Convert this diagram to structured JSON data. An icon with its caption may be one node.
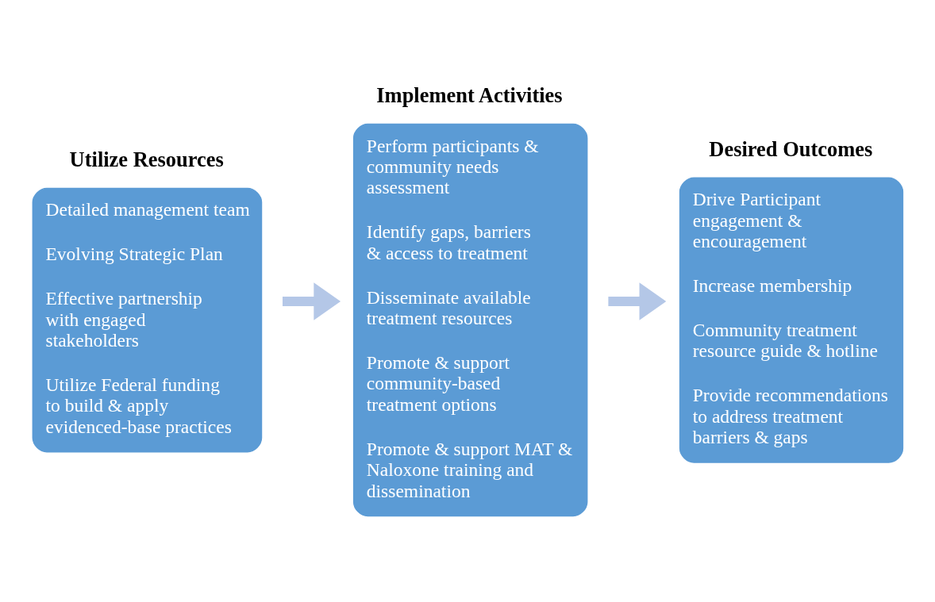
{
  "diagram": {
    "nodes": [
      {
        "text": [
          "Utilize Resources",
          "Detailed management team",
          "Evolving Strategic Plan",
          "Effective partnership with engaged stakeholders",
          "Utilize Federal funding to build & apply evidenced-base practices"
        ]
      },
      {
        "text": [
          "Implement Activities",
          "Perform participants & community needs assessment",
          "Identify gaps, barriers & access to treatment",
          "Disseminate available treatment resources",
          "Promote & support community-based treatment options",
          "Promote & support MAT & Naloxone training and dissemination"
        ]
      },
      {
        "text": [
          "Desired Outcomes",
          "Drive Participant engagement & encouragement",
          "Increase membership",
          "Community treatment resource guide & hotline",
          "Provide recommendations to address treatment barriers & gaps"
        ]
      }
    ],
    "edges": [
      {
        "from": 0,
        "to": 1,
        "arrow": "to"
      },
      {
        "from": 1,
        "to": 2,
        "arrow": "to"
      }
    ]
  }
}
